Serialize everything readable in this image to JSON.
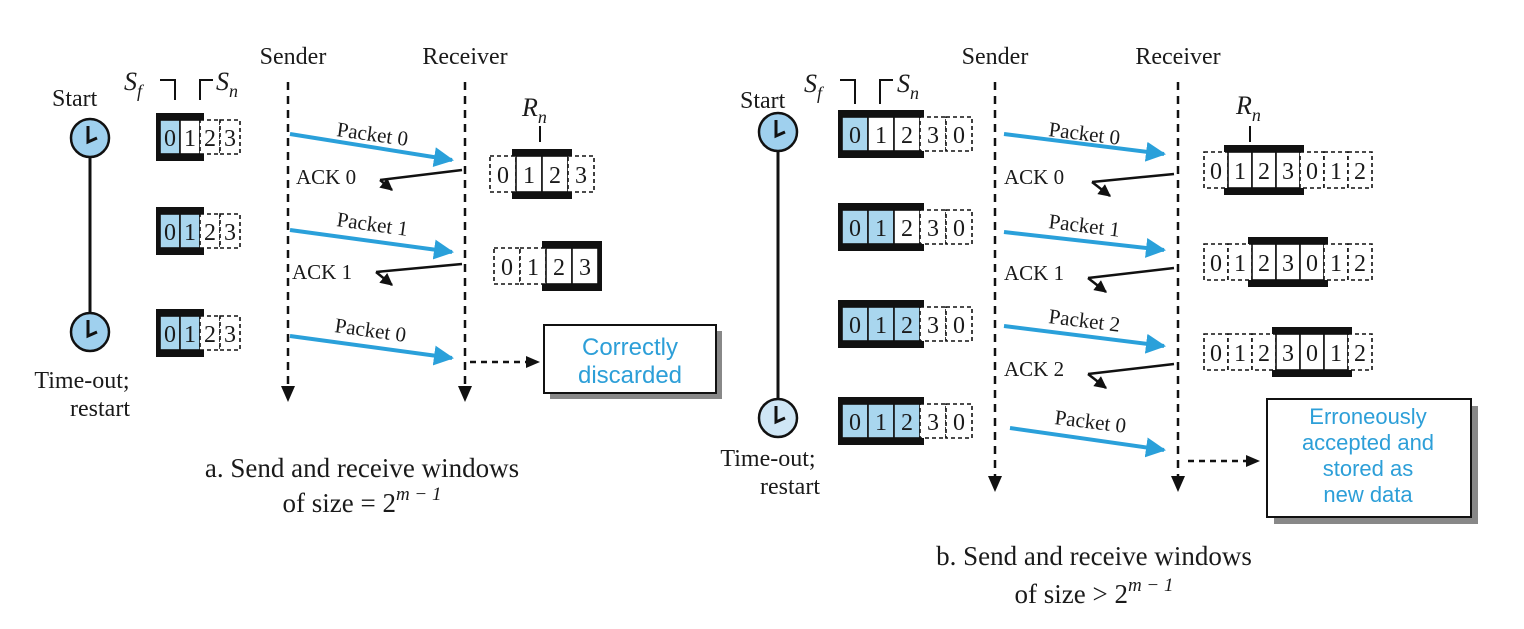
{
  "colors": {
    "packet_arrow": "#2aa0da",
    "window_fill": "#a9d6ee",
    "clock_fill": "#9fd0ee",
    "note_text": "#2d9fd8",
    "frame": "#111111"
  },
  "panel_a": {
    "sender_label": "Sender",
    "receiver_label": "Receiver",
    "start_label": "Start",
    "sf_label": "S",
    "sf_sub": "f",
    "sn_label": "S",
    "sn_sub": "n",
    "rn_label": "R",
    "rn_sub": "n",
    "timeout_line1": "Time-out;",
    "timeout_line2": "restart",
    "sender_windows": [
      {
        "cells": [
          "0",
          "1",
          "2",
          "3"
        ]
      },
      {
        "cells": [
          "0",
          "1",
          "2",
          "3"
        ]
      },
      {
        "cells": [
          "0",
          "1",
          "2",
          "3"
        ]
      }
    ],
    "receiver_windows": [
      {
        "cells": [
          "0",
          "1",
          "2",
          "3"
        ]
      },
      {
        "cells": [
          "0",
          "1",
          "2",
          "3"
        ]
      }
    ],
    "messages": [
      {
        "label": "Packet 0",
        "kind": "packet"
      },
      {
        "label": "ACK 0",
        "kind": "ack"
      },
      {
        "label": "Packet 1",
        "kind": "packet"
      },
      {
        "label": "ACK 1",
        "kind": "ack"
      },
      {
        "label": "Packet 0",
        "kind": "packet"
      }
    ],
    "result_line1": "Correctly",
    "result_line2": "discarded",
    "caption_line1": "a. Send and receive windows",
    "caption_line2_prefix": "of size = 2",
    "caption_exp": "m − 1"
  },
  "panel_b": {
    "sender_label": "Sender",
    "receiver_label": "Receiver",
    "start_label": "Start",
    "sf_label": "S",
    "sf_sub": "f",
    "sn_label": "S",
    "sn_sub": "n",
    "rn_label": "R",
    "rn_sub": "n",
    "timeout_line1": "Time-out;",
    "timeout_line2": "restart",
    "sender_windows": [
      {
        "cells": [
          "0",
          "1",
          "2",
          "3",
          "0"
        ]
      },
      {
        "cells": [
          "0",
          "1",
          "2",
          "3",
          "0"
        ]
      },
      {
        "cells": [
          "0",
          "1",
          "2",
          "3",
          "0"
        ]
      },
      {
        "cells": [
          "0",
          "1",
          "2",
          "3",
          "0"
        ]
      }
    ],
    "receiver_windows": [
      {
        "cells": [
          "0",
          "1",
          "2",
          "3",
          "0",
          "1",
          "2"
        ]
      },
      {
        "cells": [
          "0",
          "1",
          "2",
          "3",
          "0",
          "1",
          "2"
        ]
      },
      {
        "cells": [
          "0",
          "1",
          "2",
          "3",
          "0",
          "1",
          "2"
        ]
      }
    ],
    "messages": [
      {
        "label": "Packet 0",
        "kind": "packet"
      },
      {
        "label": "ACK 0",
        "kind": "ack"
      },
      {
        "label": "Packet 1",
        "kind": "packet"
      },
      {
        "label": "ACK 1",
        "kind": "ack"
      },
      {
        "label": "Packet 2",
        "kind": "packet"
      },
      {
        "label": "ACK 2",
        "kind": "ack"
      },
      {
        "label": "Packet 0",
        "kind": "packet"
      }
    ],
    "result_line1": "Erroneously",
    "result_line2": "accepted and",
    "result_line3": "stored as",
    "result_line4": "new data",
    "caption_line1": "b. Send and receive windows",
    "caption_line2_prefix": "of size > 2",
    "caption_exp": "m − 1"
  }
}
